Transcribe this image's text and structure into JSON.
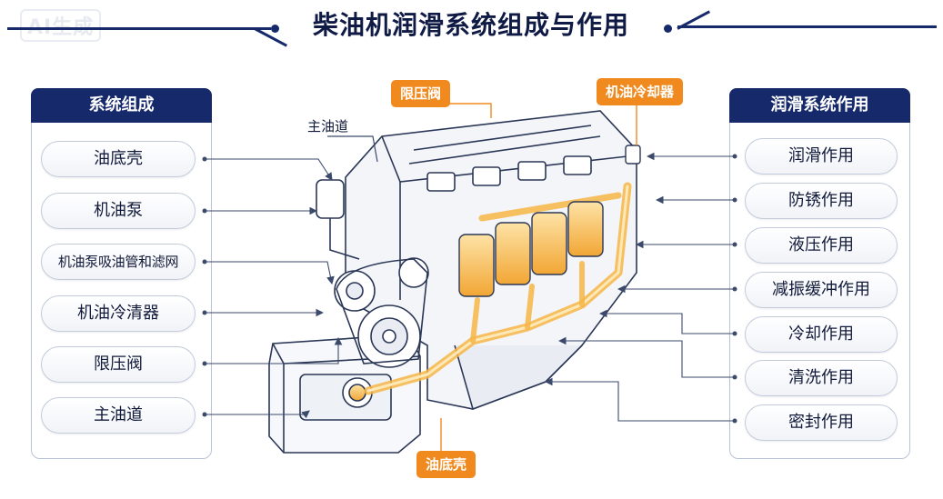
{
  "watermark": "AI生成",
  "title": "柴油机润滑系统组成与作用",
  "left_panel": {
    "header": "系统组成",
    "items": [
      "油底壳",
      "机油泵",
      "机油泵吸油管和滤网",
      "机油冷清器",
      "限压阀",
      "主油道"
    ]
  },
  "right_panel": {
    "header": "润滑系统作用",
    "items": [
      "润滑作用",
      "防锈作用",
      "液压作用",
      "减振缓冲作用",
      "冷却作用",
      "清洗作用",
      "密封作用"
    ]
  },
  "callouts": {
    "pressure_valve": "限压阀",
    "oil_cooler": "机油冷却器",
    "main_gallery": "主油道",
    "oil_pan": "油底壳"
  },
  "colors": {
    "navy": "#16296b",
    "orange": "#f08a1e",
    "oil": "#f6b545",
    "line": "#3b4a6b"
  }
}
